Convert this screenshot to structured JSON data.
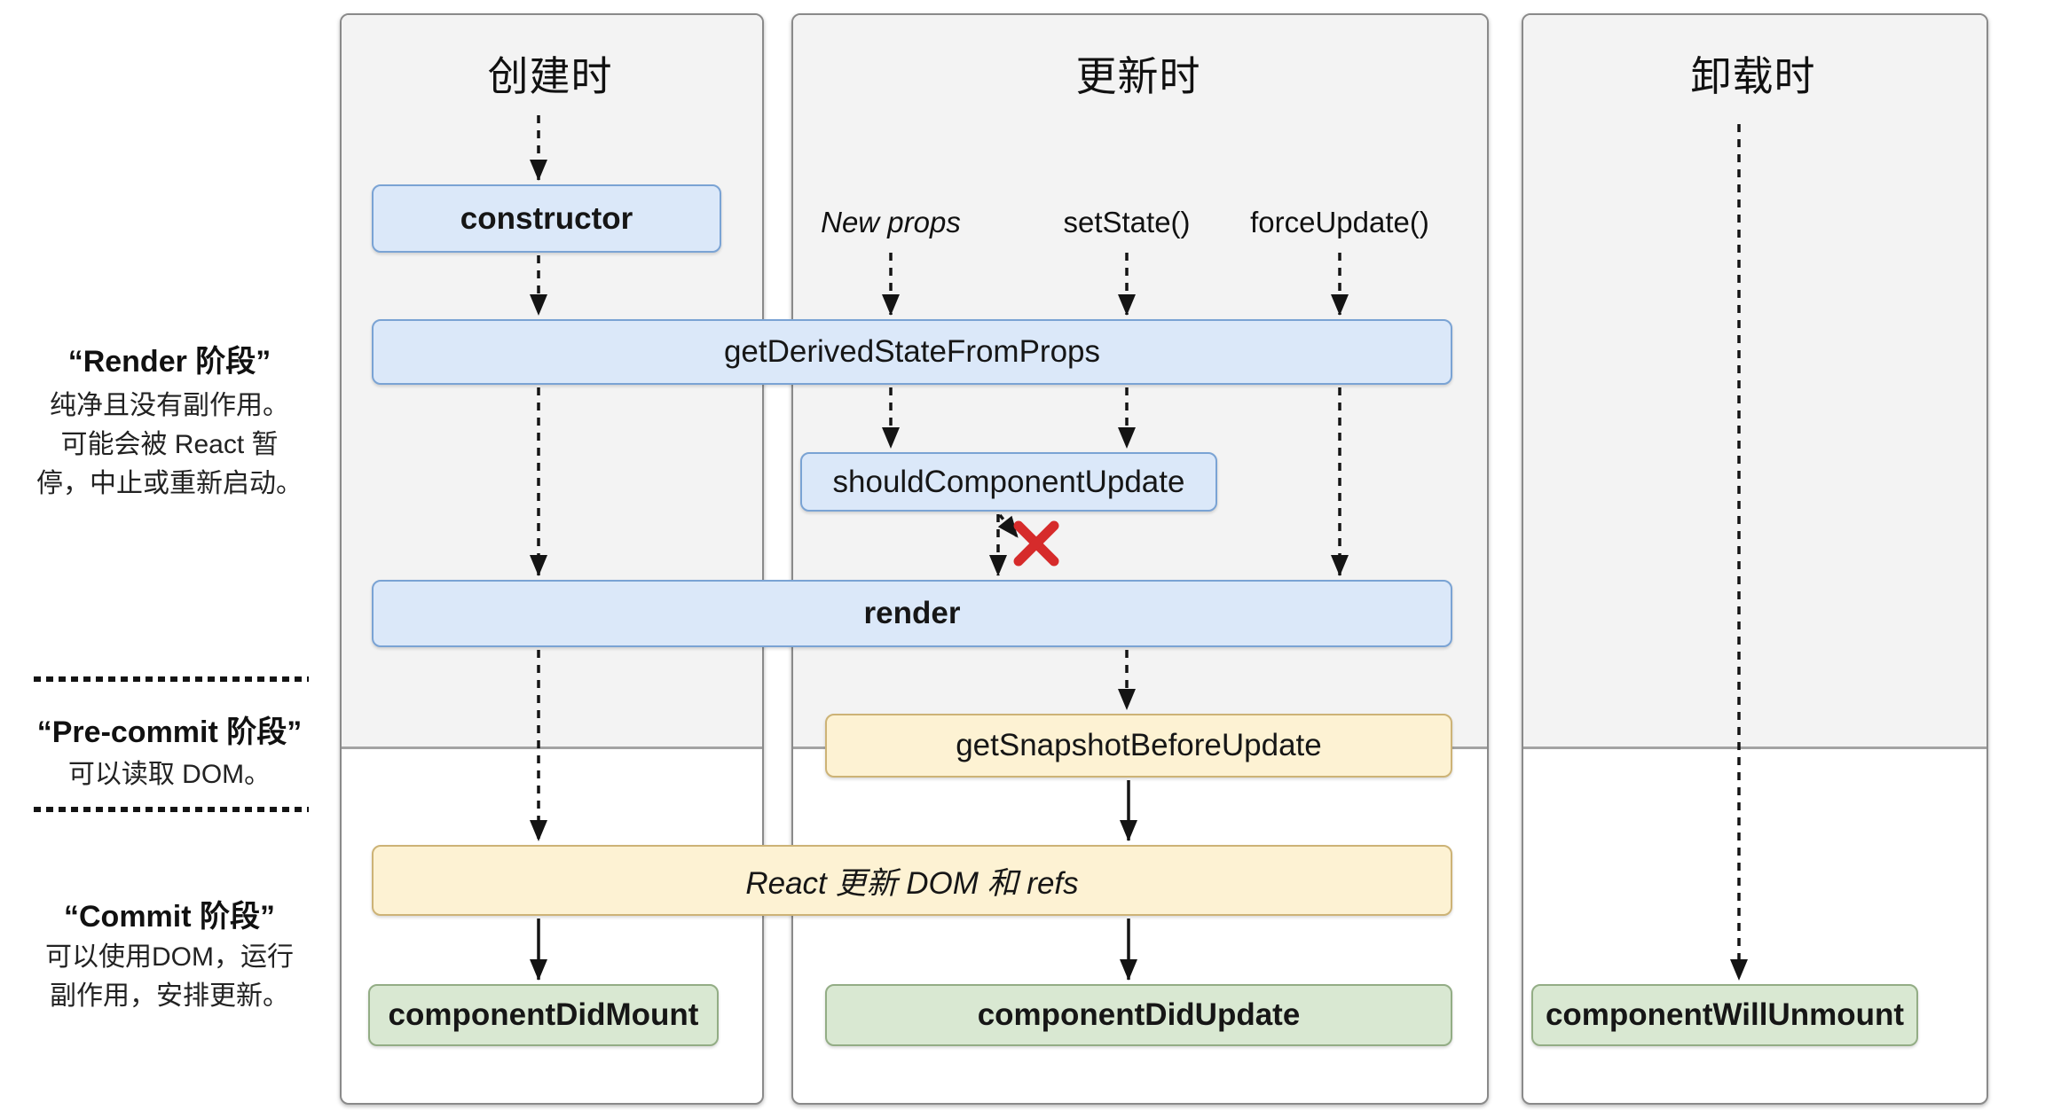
{
  "columns": [
    {
      "title": "创建时"
    },
    {
      "title": "更新时"
    },
    {
      "title": "卸载时"
    }
  ],
  "triggers": {
    "new_props": "New props",
    "set_state": "setState()",
    "force_update": "forceUpdate()"
  },
  "nodes": {
    "constructor": "constructor",
    "get_derived_state_from_props": "getDerivedStateFromProps",
    "should_component_update": "shouldComponentUpdate",
    "render": "render",
    "get_snapshot_before_update": "getSnapshotBeforeUpdate",
    "react_updates_dom": "React 更新 DOM 和 refs",
    "component_did_mount": "componentDidMount",
    "component_did_update": "componentDidUpdate",
    "component_will_unmount": "componentWillUnmount"
  },
  "sidebar": {
    "render_phase": {
      "title": "“Render 阶段”",
      "lines": [
        "纯净且没有副作用。",
        "可能会被 React 暂",
        "停，中止或重新启动。"
      ]
    },
    "precommit_phase": {
      "title": "“Pre-commit 阶段”",
      "lines": [
        "可以读取 DOM。"
      ]
    },
    "commit_phase": {
      "title": "“Commit 阶段”",
      "lines": [
        "可以使用DOM，运行",
        "副作用，安排更新。"
      ]
    }
  },
  "colors": {
    "lifecycle_blue_fill": "#dbe8f9",
    "lifecycle_blue_border": "#7aa3d4",
    "commit_yellow_fill": "#fdf2d3",
    "commit_yellow_border": "#cdb376",
    "method_green_fill": "#d9e8d2",
    "method_green_border": "#93ad85",
    "phase_background_gray": "#f3f3f3",
    "reject_x_red": "#d62b2b"
  }
}
